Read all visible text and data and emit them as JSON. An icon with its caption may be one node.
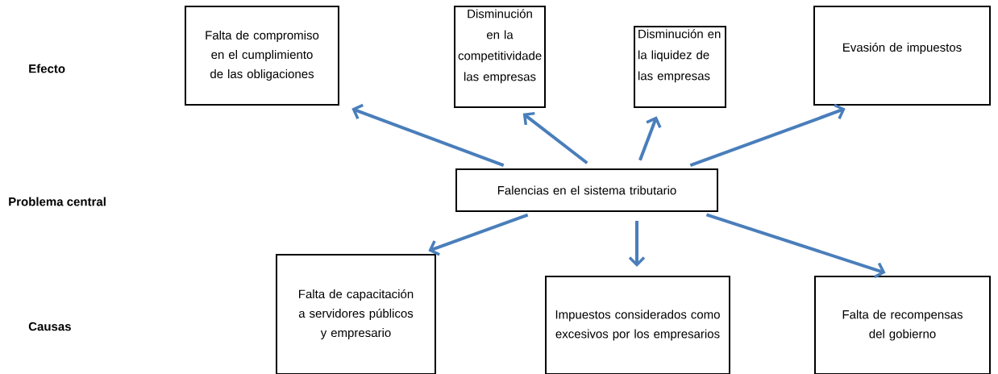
{
  "diagram": {
    "nodes": [
      {
        "text": [
          "Falta de compromiso en el cumplimiento de las obligaciones"
        ]
      },
      {
        "text": [
          "Disminución en la competitividade las empresas"
        ]
      },
      {
        "text": [
          "Disminución en la liquidez de las empresas"
        ]
      },
      {
        "text": [
          "Evasión de impuestos"
        ]
      },
      {
        "text": [
          "Falencias en el sistema tributario"
        ]
      },
      {
        "text": [
          "Falta de capacitación a servidores públicos y empresario"
        ]
      },
      {
        "text": [
          "Impuestos considerados como excesivos por los empresarios"
        ]
      },
      {
        "text": [
          "Falta de recompensas del gobierno"
        ]
      }
    ],
    "edges": [
      {
        "from": 4,
        "to": 0,
        "arrow": "to"
      },
      {
        "from": 4,
        "to": 1,
        "arrow": "to"
      },
      {
        "from": 4,
        "to": 2,
        "arrow": "to"
      },
      {
        "from": 4,
        "to": 3,
        "arrow": "to"
      },
      {
        "from": 4,
        "to": 5,
        "arrow": "to"
      },
      {
        "from": 4,
        "to": 6,
        "arrow": "to"
      },
      {
        "from": 4,
        "to": 7,
        "arrow": "to"
      }
    ],
    "labels": [
      "Efecto",
      "Problema central",
      "Causas"
    ]
  }
}
